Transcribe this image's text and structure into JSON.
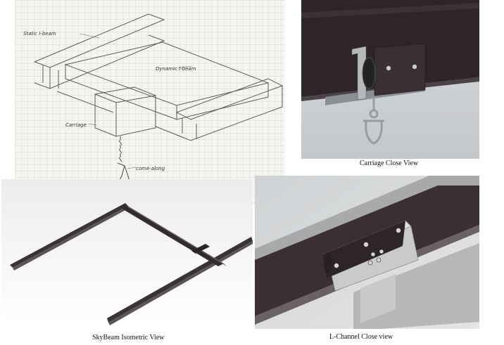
{
  "figure": {
    "sketch": {
      "labels": {
        "static_ibeam": "Static I-beam",
        "dynamic_ibeam": "Dynamic I-beam",
        "carriage": "Carriage",
        "come_along": "come-along"
      }
    },
    "carriage_close": {
      "caption": "Carriage Close View"
    },
    "isometric": {
      "caption": "SkyBeam Isometric View"
    },
    "lchannel_close": {
      "caption": "L-Channel Close view"
    }
  }
}
